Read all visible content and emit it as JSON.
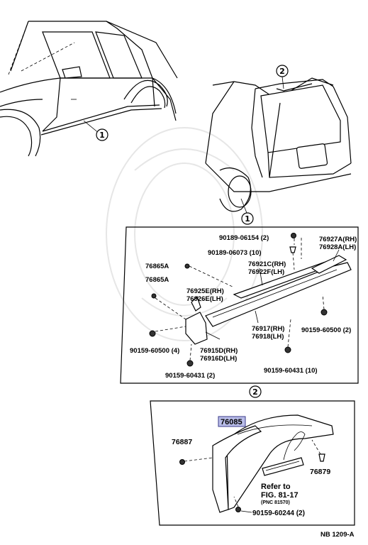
{
  "diagram_id": "NB 1209-A",
  "callouts": {
    "c1_side": "1",
    "c2_top": "2",
    "c1_rear": "1",
    "c2_detail": "2"
  },
  "detail1_labels": {
    "p90189_06154": "90189-06154 (2)",
    "p90189_06073": "90189-06073 (10)",
    "p76927A": "76927A(RH)",
    "p76928A": "76928A(LH)",
    "p76865A_1": "76865A",
    "p76865A_2": "76865A",
    "p76921C": "76921C(RH)",
    "p76922F": "76922F(LH)",
    "p76925E": "76925E(RH)",
    "p76926E": "76926E(LH)",
    "p76917": "76917(RH)",
    "p76918": "76918(LH)",
    "p90159_60500_4": "90159-60500 (4)",
    "p76915D": "76915D(RH)",
    "p76916D": "76916D(LH)",
    "p90159_60500_2": "90159-60500 (2)",
    "p90159_60431_2": "90159-60431 (2)",
    "p90159_60431_10": "90159-60431 (10)"
  },
  "detail2_labels": {
    "p76085": "76085",
    "p76887": "76887",
    "p76879": "76879",
    "refer_line1": "Refer to",
    "refer_line2": "FIG. 81-17",
    "refer_line3": "(PNC 81570)",
    "p90159_60244": "90159-60244 (2)"
  },
  "highlight_color": "#b9bde8"
}
